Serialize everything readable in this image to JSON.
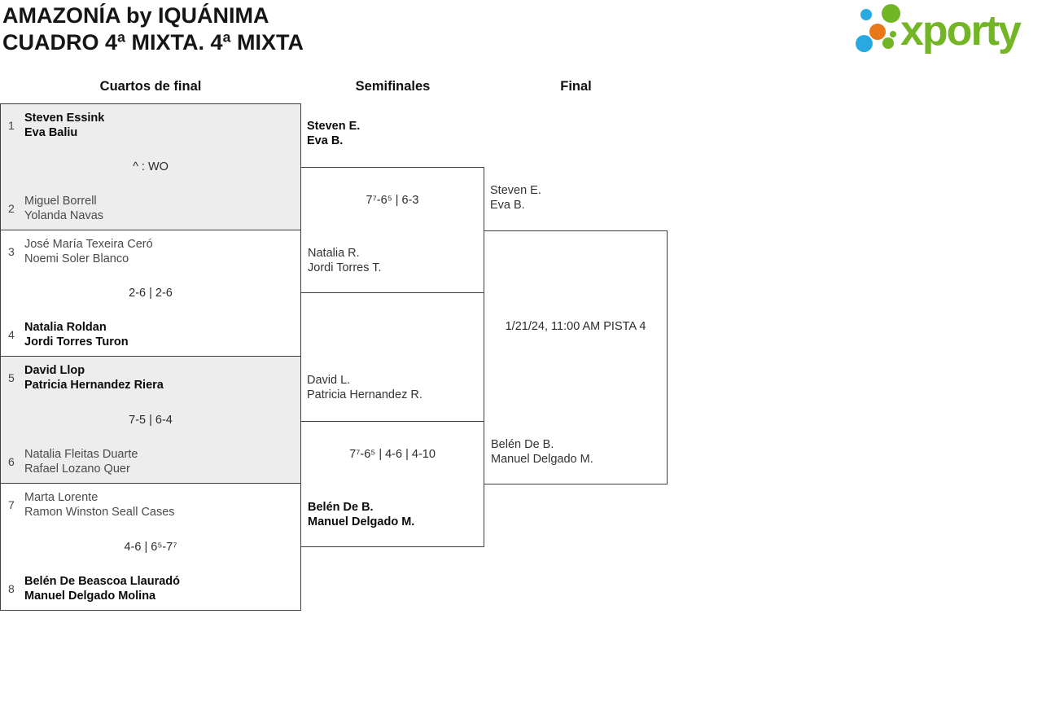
{
  "header": {
    "title_line1": "AMAZONÍA by IQUÁNIMA",
    "title_line2": "CUADRO 4ª MIXTA. 4ª MIXTA"
  },
  "logo": {
    "brand": "xporty",
    "colors": {
      "green": "#72b626",
      "blue": "#29a9e1",
      "orange": "#e87817"
    }
  },
  "round_headers": {
    "quarterfinals": "Cuartos de final",
    "semifinals": "Semifinales",
    "final": "Final"
  },
  "quarterfinals": [
    {
      "shaded": true,
      "top": {
        "seed": "1",
        "players": [
          "Steven Essink",
          "Eva Baliu"
        ],
        "winner": true
      },
      "score": "^ : WO",
      "bottom": {
        "seed": "2",
        "players": [
          "Miguel Borrell",
          "Yolanda Navas"
        ],
        "winner": false
      }
    },
    {
      "shaded": false,
      "top": {
        "seed": "3",
        "players": [
          "José María Texeira Ceró",
          "Noemi Soler Blanco"
        ],
        "winner": false
      },
      "score": "2-6 | 2-6",
      "bottom": {
        "seed": "4",
        "players": [
          "Natalia Roldan",
          "Jordi Torres Turon"
        ],
        "winner": true
      }
    },
    {
      "shaded": true,
      "top": {
        "seed": "5",
        "players": [
          "David Llop",
          "Patricia Hernandez Riera"
        ],
        "winner": true
      },
      "score": "7-5 | 6-4",
      "bottom": {
        "seed": "6",
        "players": [
          "Natalia Fleitas Duarte",
          "Rafael Lozano Quer"
        ],
        "winner": false
      }
    },
    {
      "shaded": false,
      "top": {
        "seed": "7",
        "players": [
          "Marta Lorente",
          "Ramon Winston Seall Cases"
        ],
        "winner": false
      },
      "score": "4-6 | 6⁵-7⁷",
      "bottom": {
        "seed": "8",
        "players": [
          "Belén De Beascoa Llauradó",
          "Manuel Delgado Molina"
        ],
        "winner": true
      }
    }
  ],
  "semifinals": [
    {
      "top": {
        "players": [
          "Steven E.",
          "Eva B."
        ],
        "winner": true
      },
      "score": "7⁷-6⁵ | 6-3",
      "bottom": {
        "players": [
          "Natalia R.",
          "Jordi Torres T."
        ],
        "winner": false
      }
    },
    {
      "top": {
        "players": [
          "David L.",
          "Patricia Hernandez R."
        ],
        "winner": false
      },
      "score": "7⁷-6⁵ | 4-6 | 4-10",
      "bottom": {
        "players": [
          "Belén De B.",
          "Manuel Delgado M."
        ],
        "winner": true
      }
    }
  ],
  "final": {
    "top": {
      "players": [
        "Steven E.",
        "Eva B."
      ],
      "winner": false
    },
    "schedule": "1/21/24, 11:00 AM PISTA 4",
    "bottom": {
      "players": [
        "Belén De B.",
        "Manuel Delgado M."
      ],
      "winner": false
    }
  }
}
